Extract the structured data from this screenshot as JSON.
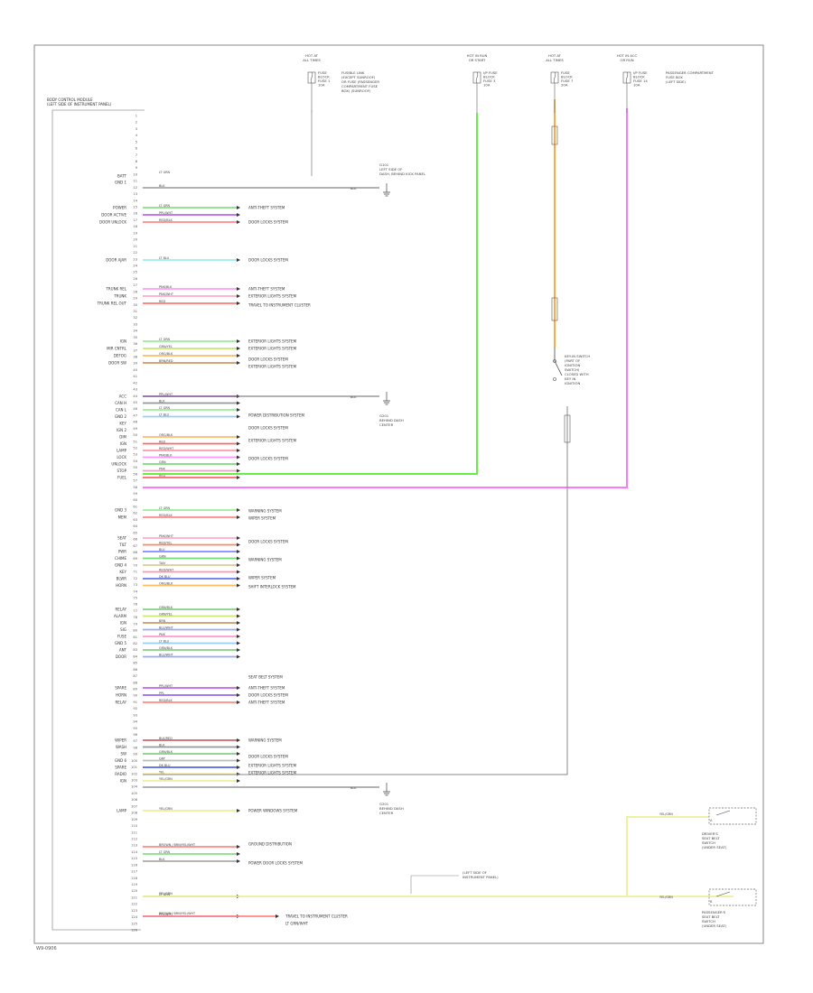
{
  "diagram": {
    "module_label": [
      "BODY CONTROL MODULE",
      "(LEFT SIDE OF INSTRUMENT PANEL)"
    ],
    "footer_code": "W9-0906",
    "pin_labels": [
      "1",
      "2",
      "3",
      "4",
      "5",
      "6",
      "7",
      "8",
      "9",
      "10",
      "11",
      "12",
      "13",
      "14",
      "15",
      "16",
      "17",
      "18",
      "19",
      "20",
      "21",
      "22",
      "23",
      "24",
      "25",
      "26",
      "27",
      "28",
      "29",
      "30",
      "31",
      "32",
      "33",
      "34",
      "35",
      "36",
      "37",
      "38",
      "39",
      "40",
      "41",
      "42",
      "43",
      "44",
      "45",
      "46",
      "47",
      "48",
      "49",
      "50",
      "51",
      "52",
      "53",
      "54",
      "55",
      "56",
      "57",
      "58",
      "59",
      "60",
      "61",
      "62",
      "63",
      "64",
      "65",
      "66",
      "67",
      "68",
      "69",
      "70",
      "71",
      "72",
      "73",
      "74",
      "75",
      "76",
      "77",
      "78",
      "79",
      "80",
      "81",
      "82",
      "83",
      "84",
      "85",
      "86",
      "87",
      "88",
      "89",
      "90",
      "91",
      "92",
      "93",
      "94",
      "95",
      "96",
      "97",
      "98",
      "99",
      "100",
      "101",
      "102",
      "103",
      "104",
      "105",
      "106",
      "107",
      "108",
      "109",
      "110",
      "111",
      "112",
      "113",
      "114",
      "115",
      "116",
      "117",
      "118",
      "119",
      "120",
      "121",
      "122",
      "123",
      "124",
      "125",
      "126"
    ],
    "signal_labels": [
      "BATT",
      "GND 1",
      "POWER",
      "DOOR ACTIVE",
      "DOOR UNLOCK",
      "DOOR AJAR",
      "TRUNK REL",
      "TRUNK",
      "TRUNK REL OUT",
      "IGN",
      "MIR CNTRL",
      "DEFOG",
      "DOOR SW",
      "ACC",
      "CAN H",
      "CAN L",
      "GND 2",
      "KEY",
      "IGN 2",
      "DIM",
      "IGN",
      "LAMP",
      "LOCK",
      "UNLOCK",
      "STOP",
      "FUEL",
      "GND 3",
      "MEM",
      "SEAT",
      "TILT",
      "PWR",
      "CHIME",
      "GND 4",
      "KEY",
      "BLWR",
      "HORN",
      "RELAY",
      "ALARM",
      "IGN",
      "SIG",
      "FUSE",
      "GND 5",
      "ANT",
      "DOOR",
      "SPARE",
      "HORN",
      "RELAY",
      "WIPER",
      "WASH",
      "SW",
      "GND 6",
      "SPARE",
      "RADIO",
      "IGN",
      "LAMP"
    ],
    "wire_colors": [
      "LT GRN",
      "BLK",
      "LT GRN",
      "PPL/WHT",
      "RED/BLK",
      "LT BLU",
      "PNK/BLK",
      "PNK/WHT",
      "RED",
      "LT GRN",
      "GRN/YEL",
      "ORG/BLK",
      "BRN/RED",
      "PPL/WHT",
      "BLK",
      "LT GRN",
      "LT BLU",
      "YEL/BLK",
      "GRN",
      "ORG/BLK",
      "RED",
      "RED/WHT",
      "PNK/BLK",
      "GRN",
      "PNK",
      "RED",
      "LT GRN",
      "RED/BLK",
      "PNK/WHT",
      "RED/YEL",
      "BLU",
      "GRN",
      "TAN",
      "RED/WHT",
      "DK BLU",
      "ORG/BLK",
      "GRN/BLK",
      "GRN/YEL",
      "BRN",
      "BLU/WHT",
      "PNK",
      "LT BLU",
      "GRN/BLK",
      "BLU/WHT",
      "PPL/WHT",
      "PPL",
      "RED/BLK",
      "BLK/RED",
      "BLK",
      "GRN/BLK",
      "GRY",
      "DK BLU",
      "YEL",
      "YEL/GRN",
      "YEL/GRN",
      "BROWN / BRN/YEL/WHT"
    ],
    "destination_labels": [
      "ANTI-THEFT SYSTEM",
      "DOOR LOCKS SYSTEM",
      "DOOR LOCKS SYSTEM",
      "ANTI-THEFT SYSTEM",
      "EXTERIOR LIGHTS SYSTEM",
      "TRAVEL TO INSTRUMENT CLUSTER",
      "EXTERIOR LIGHTS SYSTEM",
      "EXTERIOR LIGHTS SYSTEM",
      "DOOR LOCKS SYSTEM",
      "EXTERIOR LIGHTS SYSTEM",
      "POWER DISTRIBUTION SYSTEM",
      "DOOR LOCKS SYSTEM",
      "EXTERIOR LIGHTS SYSTEM",
      "DOOR LOCKS SYSTEM",
      "WARNING SYSTEM",
      "WIPER SYSTEM",
      "DOOR LOCKS SYSTEM",
      "WARNING SYSTEM",
      "WIPER SYSTEM",
      "SHIFT INTERLOCK SYSTEM",
      "SEAT BELT SYSTEM",
      "ANTI-THEFT SYSTEM",
      "DOOR LOCKS SYSTEM",
      "ANTI-THEFT SYSTEM",
      "WARNING SYSTEM",
      "DOOR LOCKS SYSTEM",
      "EXTERIOR LIGHTS SYSTEM",
      "EXTERIOR LIGHTS SYSTEM",
      "GROUND DISTRIBUTION",
      "POWER DOOR LOCKS SYSTEM",
      "POWER WINDOWS SYSTEM",
      "TRAVEL TO INSTRUMENT CLUSTER",
      "LT GRN/WHT"
    ],
    "junctions": [
      {
        "label": [
          "HOT AT",
          "ALL TIMES"
        ],
        "detail": [
          "FUSE",
          "BLOCK",
          "FUSE 1",
          "10A"
        ]
      },
      {
        "label": [
          "HOT IN RUN",
          "OR START"
        ],
        "detail": [
          "I/P FUSE",
          "BLOCK",
          "FUSE 3",
          "10A"
        ]
      },
      {
        "label": [
          "HOT AT",
          "ALL TIMES"
        ],
        "detail": [
          "FUSE",
          "BLOCK",
          "FUSE 7",
          "20A"
        ]
      },
      {
        "label": [
          "HOT IN ACC",
          "OR RUN"
        ],
        "detail": [
          "I/P FUSE",
          "BLOCK",
          "FUSE 14",
          "10A"
        ]
      }
    ],
    "notes": [
      [
        "FUSIBLE LINK",
        "(EXCEPT SUNROOF)",
        "OR FUSE (PASSENGER",
        "COMPARTMENT FUSE",
        "BOX) (SUNROOF)"
      ],
      [
        "PASSENGER COMPARTMENT",
        "FUSE BOX",
        "(LEFT SIDE)"
      ]
    ],
    "ground_notes": [
      [
        "G101",
        "LEFT SIDE OF",
        "DASH, BEHIND KICK PANEL"
      ],
      [
        "G201",
        "BEHIND DASH",
        "CENTER"
      ],
      [
        "G201",
        "BEHIND DASH",
        "CENTER"
      ]
    ],
    "switch_note": [
      "KEY-IN SWITCH",
      "(PART OF",
      "IGNITION",
      "SWITCH)",
      "CLOSED WITH",
      "KEY IN",
      "IGNITION"
    ],
    "components": [
      {
        "label": [
          "DRIVER'S",
          "SEAT BELT",
          "SWITCH",
          "(UNDER SEAT)"
        ]
      },
      {
        "label": [
          "PASSENGER'S",
          "SEAT BELT",
          "SWITCH",
          "(UNDER SEAT)"
        ]
      }
    ],
    "bottom_note": [
      "(LEFT SIDE OF",
      "INSTRUMENT PANEL)"
    ],
    "bottom_wire": "YEL/GRN",
    "pin_marks": [
      "A",
      "B"
    ]
  }
}
